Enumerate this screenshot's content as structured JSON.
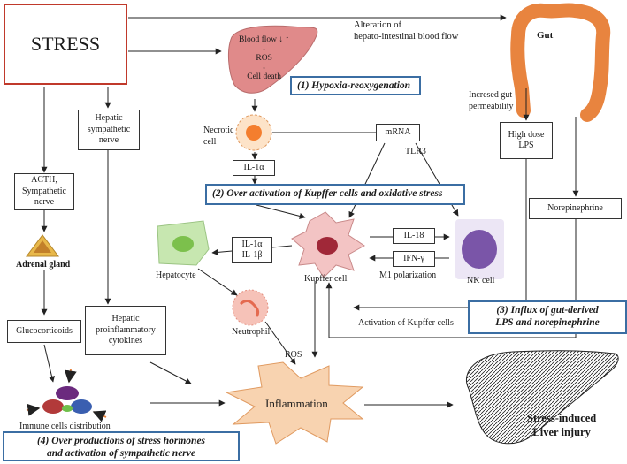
{
  "stress": "STRESS",
  "gut": "Gut",
  "blood_flow_note": "Alteration of\nhepato-intestinal blood flow",
  "liver_top": {
    "line1": "Blood flow ↓ ↑",
    "line2": "↓",
    "line3": "ROS",
    "line4": "↓",
    "line5": "Cell death"
  },
  "hypoxia": "(1) Hypoxia-reoxygenation",
  "hepatic_nerve": "Hepatic\nsympathetic\nnerve",
  "necrotic_cell": "Necrotic\ncell",
  "mrna": "mRNA",
  "tlr3": "TLR3",
  "il1a_top": "IL-1α",
  "increased_gut": "Incresed gut\npermeability",
  "high_dose_lps": "High dose\nLPS",
  "kupffer_activation": "(2) Over activation of Kupffer cells and oxidative stress",
  "acth": "ACTH,\nSympathetic\nnerve",
  "norepinephrine": "Norepinephrine",
  "adrenal_gland": "Adrenal gland",
  "il1_pair": "IL-1α\nIL-1β",
  "il18": "IL-18",
  "ifn_gamma": "IFN-γ",
  "m1_polarization": "M1 polarization",
  "hepatocyte": "Hepatocyte",
  "kupffer_cell": "Kupffer cell",
  "nk_cell": "NK cell",
  "glucocorticoids": "Glucocorticoids",
  "hepatic_cytokines": "Hepatic\nproinflammatory\ncytokines",
  "neutrophil": "Neutrophil",
  "activation_kupffer": "Activation of Kupffer cells",
  "influx": "(3) Influx of gut-derived\nLPS and norepinephrine",
  "ros": "ROS",
  "inflammation": "Inflammation",
  "immune_cells": "Immune cells distribution",
  "stress_injury": "Stress-induced\nLiver injury",
  "over_productions": "(4) Over productions of stress hormones\nand activation of sympathetic nerve",
  "colors": {
    "stress_border": "#c0392b",
    "blue_border": "#3b6ea3",
    "liver": "#e08a8a",
    "gut": "#e8843f",
    "inflammation": "#f8d3b0",
    "nk_cell": "#7a55a8",
    "hepatocyte": "#c7e7b0",
    "kupffer": "#f3c4c4",
    "necrotic": "#f4a15d"
  }
}
